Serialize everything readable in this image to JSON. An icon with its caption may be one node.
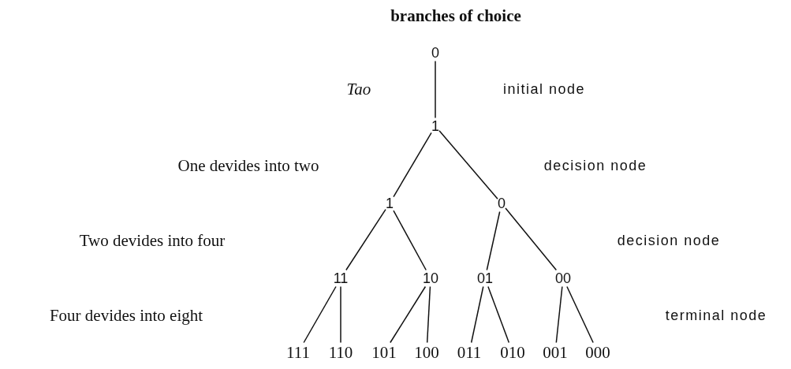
{
  "diagram": {
    "title": "branches of choice",
    "nodes": [
      {
        "text": [
          "0"
        ]
      },
      {
        "text": [
          "1"
        ]
      },
      {
        "text": [
          "1"
        ]
      },
      {
        "text": [
          "0"
        ]
      },
      {
        "text": [
          "11"
        ]
      },
      {
        "text": [
          "10"
        ]
      },
      {
        "text": [
          "01"
        ]
      },
      {
        "text": [
          "00"
        ]
      },
      {
        "text": [
          "111"
        ]
      },
      {
        "text": [
          "110"
        ]
      },
      {
        "text": [
          "101"
        ]
      },
      {
        "text": [
          "100"
        ]
      },
      {
        "text": [
          "011"
        ]
      },
      {
        "text": [
          "010"
        ]
      },
      {
        "text": [
          "001"
        ]
      },
      {
        "text": [
          "000"
        ]
      }
    ],
    "edges": [
      {
        "from": 0,
        "to": 1,
        "arrow": "none"
      },
      {
        "from": 1,
        "to": 2,
        "arrow": "none"
      },
      {
        "from": 1,
        "to": 3,
        "arrow": "none"
      },
      {
        "from": 2,
        "to": 4,
        "arrow": "none"
      },
      {
        "from": 2,
        "to": 5,
        "arrow": "none"
      },
      {
        "from": 3,
        "to": 6,
        "arrow": "none"
      },
      {
        "from": 3,
        "to": 7,
        "arrow": "none"
      },
      {
        "from": 4,
        "to": 8,
        "arrow": "none"
      },
      {
        "from": 4,
        "to": 9,
        "arrow": "none"
      },
      {
        "from": 5,
        "to": 10,
        "arrow": "none"
      },
      {
        "from": 5,
        "to": 11,
        "arrow": "none"
      },
      {
        "from": 6,
        "to": 12,
        "arrow": "none"
      },
      {
        "from": 6,
        "to": 13,
        "arrow": "none"
      },
      {
        "from": 7,
        "to": 14,
        "arrow": "none"
      },
      {
        "from": 7,
        "to": 15,
        "arrow": "none"
      }
    ],
    "labels": [
      "Tao",
      "initial node",
      "One devides into two",
      "decision node",
      "Two devides into four",
      "decision node",
      "Four devides into eight",
      "terminal node"
    ]
  }
}
